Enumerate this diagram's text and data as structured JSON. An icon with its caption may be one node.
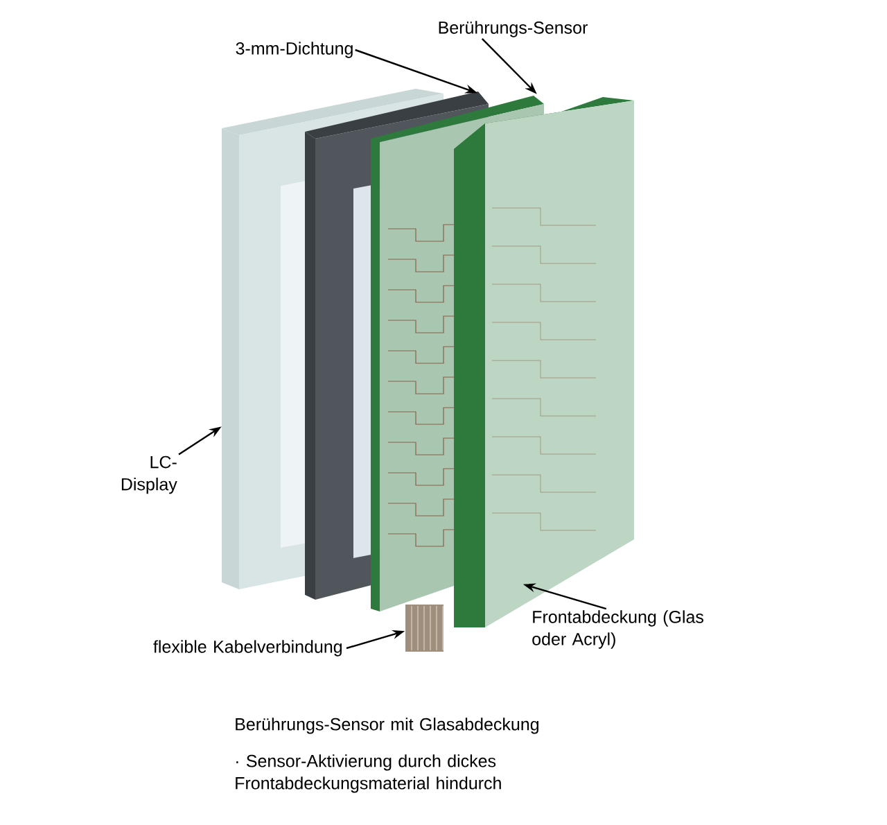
{
  "diagram": {
    "caption": "Berührungs-Sensor mit Glasabdeckung",
    "nodes": [
      {
        "text": [
          "Berührungs-Sensor"
        ]
      },
      {
        "text": [
          "3-mm-Dichtung"
        ]
      },
      {
        "text": [
          "LC- Display"
        ]
      },
      {
        "text": [
          "Frontabdeckung (Glas oder Acryl)"
        ]
      },
      {
        "text": [
          "flexible Kabelverbindung"
        ]
      },
      {
        "text": [],
        "shape": "box"
      },
      {
        "text": [],
        "shape": "box"
      },
      {
        "text": [],
        "shape": "box"
      },
      {
        "text": [],
        "shape": "box"
      },
      {
        "text": [],
        "shape": "box"
      }
    ],
    "edges": [
      {
        "from": 0,
        "to": 7,
        "arrow": "to"
      },
      {
        "from": 1,
        "to": 6,
        "arrow": "to"
      },
      {
        "from": 2,
        "to": 5,
        "arrow": "to"
      },
      {
        "from": 3,
        "to": 8,
        "arrow": "to"
      },
      {
        "from": 4,
        "to": 9,
        "arrow": "to"
      }
    ],
    "labels": [
      "· Sensor-Aktivierung durch dickes Frontabdeckungsmaterial hindurch"
    ]
  }
}
